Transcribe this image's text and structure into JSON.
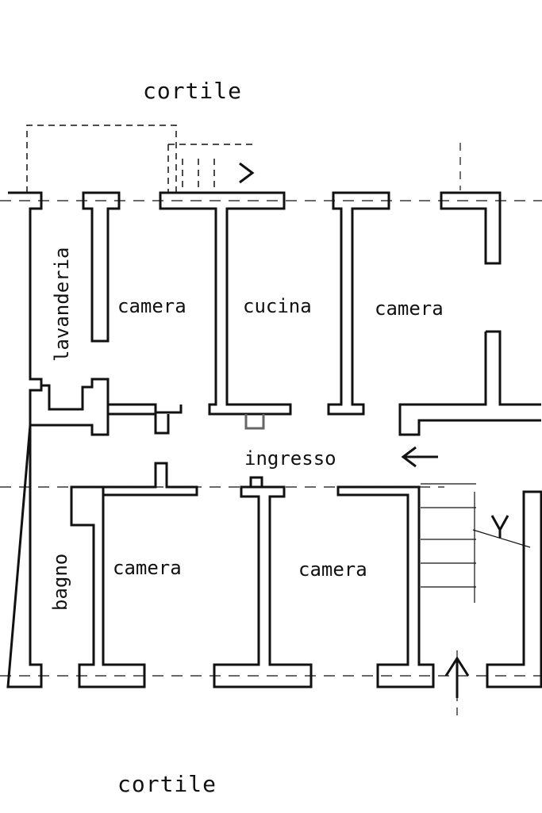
{
  "plan": {
    "top_label": "cortile",
    "bottom_label": "cortile",
    "rooms": {
      "lavanderia": "lavanderia",
      "camera_upper_left": "camera",
      "cucina": "cucina",
      "camera_upper_right": "camera",
      "ingresso": "ingresso",
      "bagno": "bagno",
      "camera_lower_left": "camera",
      "camera_lower_right": "camera"
    }
  }
}
